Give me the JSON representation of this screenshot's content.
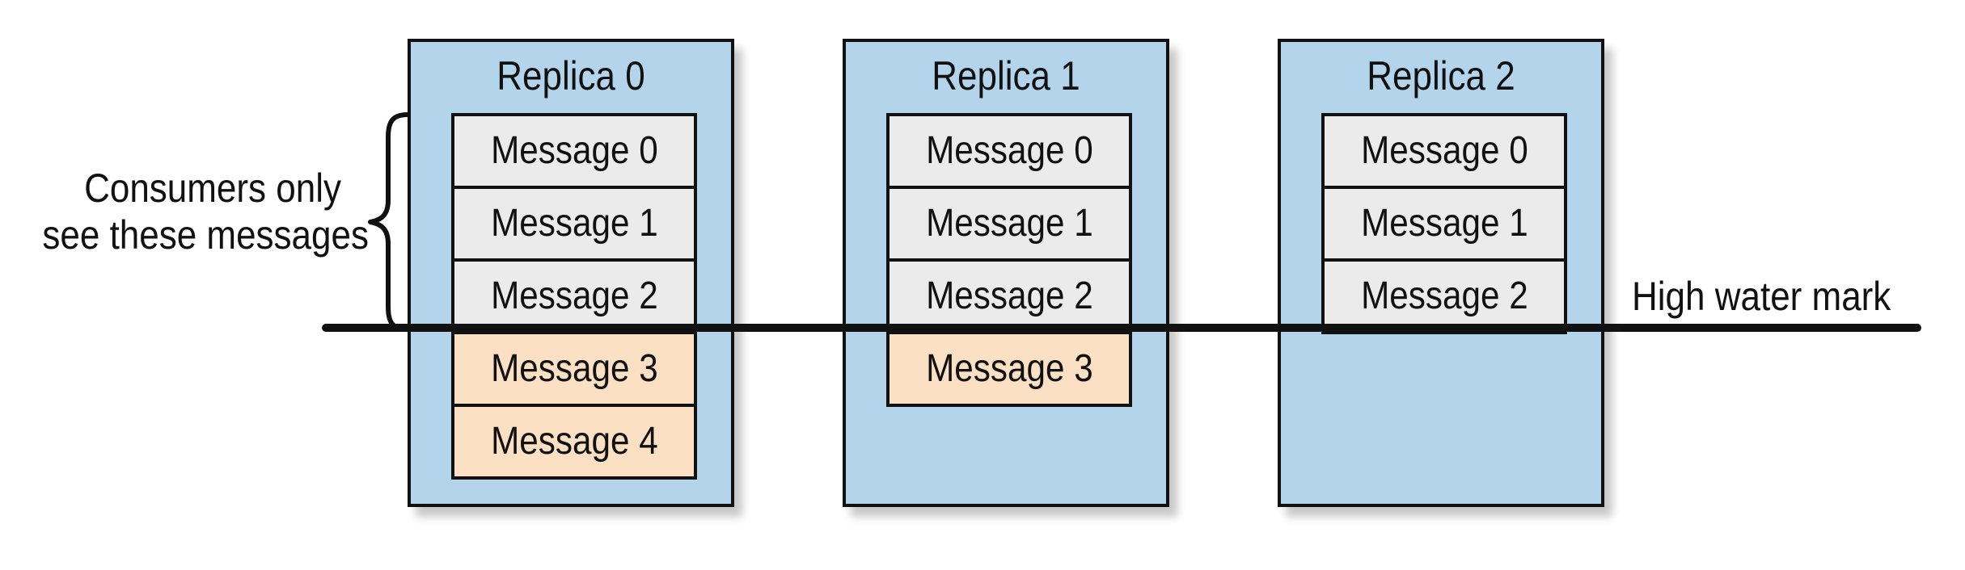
{
  "replicas": [
    {
      "title": "Replica 0",
      "committed": [
        "Message 0",
        "Message 1",
        "Message 2"
      ],
      "uncommitted": [
        "Message 3",
        "Message 4"
      ]
    },
    {
      "title": "Replica 1",
      "committed": [
        "Message 0",
        "Message 1",
        "Message 2"
      ],
      "uncommitted": [
        "Message 3"
      ]
    },
    {
      "title": "Replica 2",
      "committed": [
        "Message 0",
        "Message 1",
        "Message 2"
      ],
      "uncommitted": []
    }
  ],
  "high_water_mark_label": "High water mark",
  "consumer_note": {
    "line1": "Consumers only",
    "line2": "see these messages"
  },
  "colors": {
    "replica_fill": "#b3d4ea",
    "committed_fill": "#ebebeb",
    "uncommitted_fill": "#fce0c4",
    "stroke": "#111111"
  },
  "icons": {
    "brace": "curly-brace-icon"
  }
}
